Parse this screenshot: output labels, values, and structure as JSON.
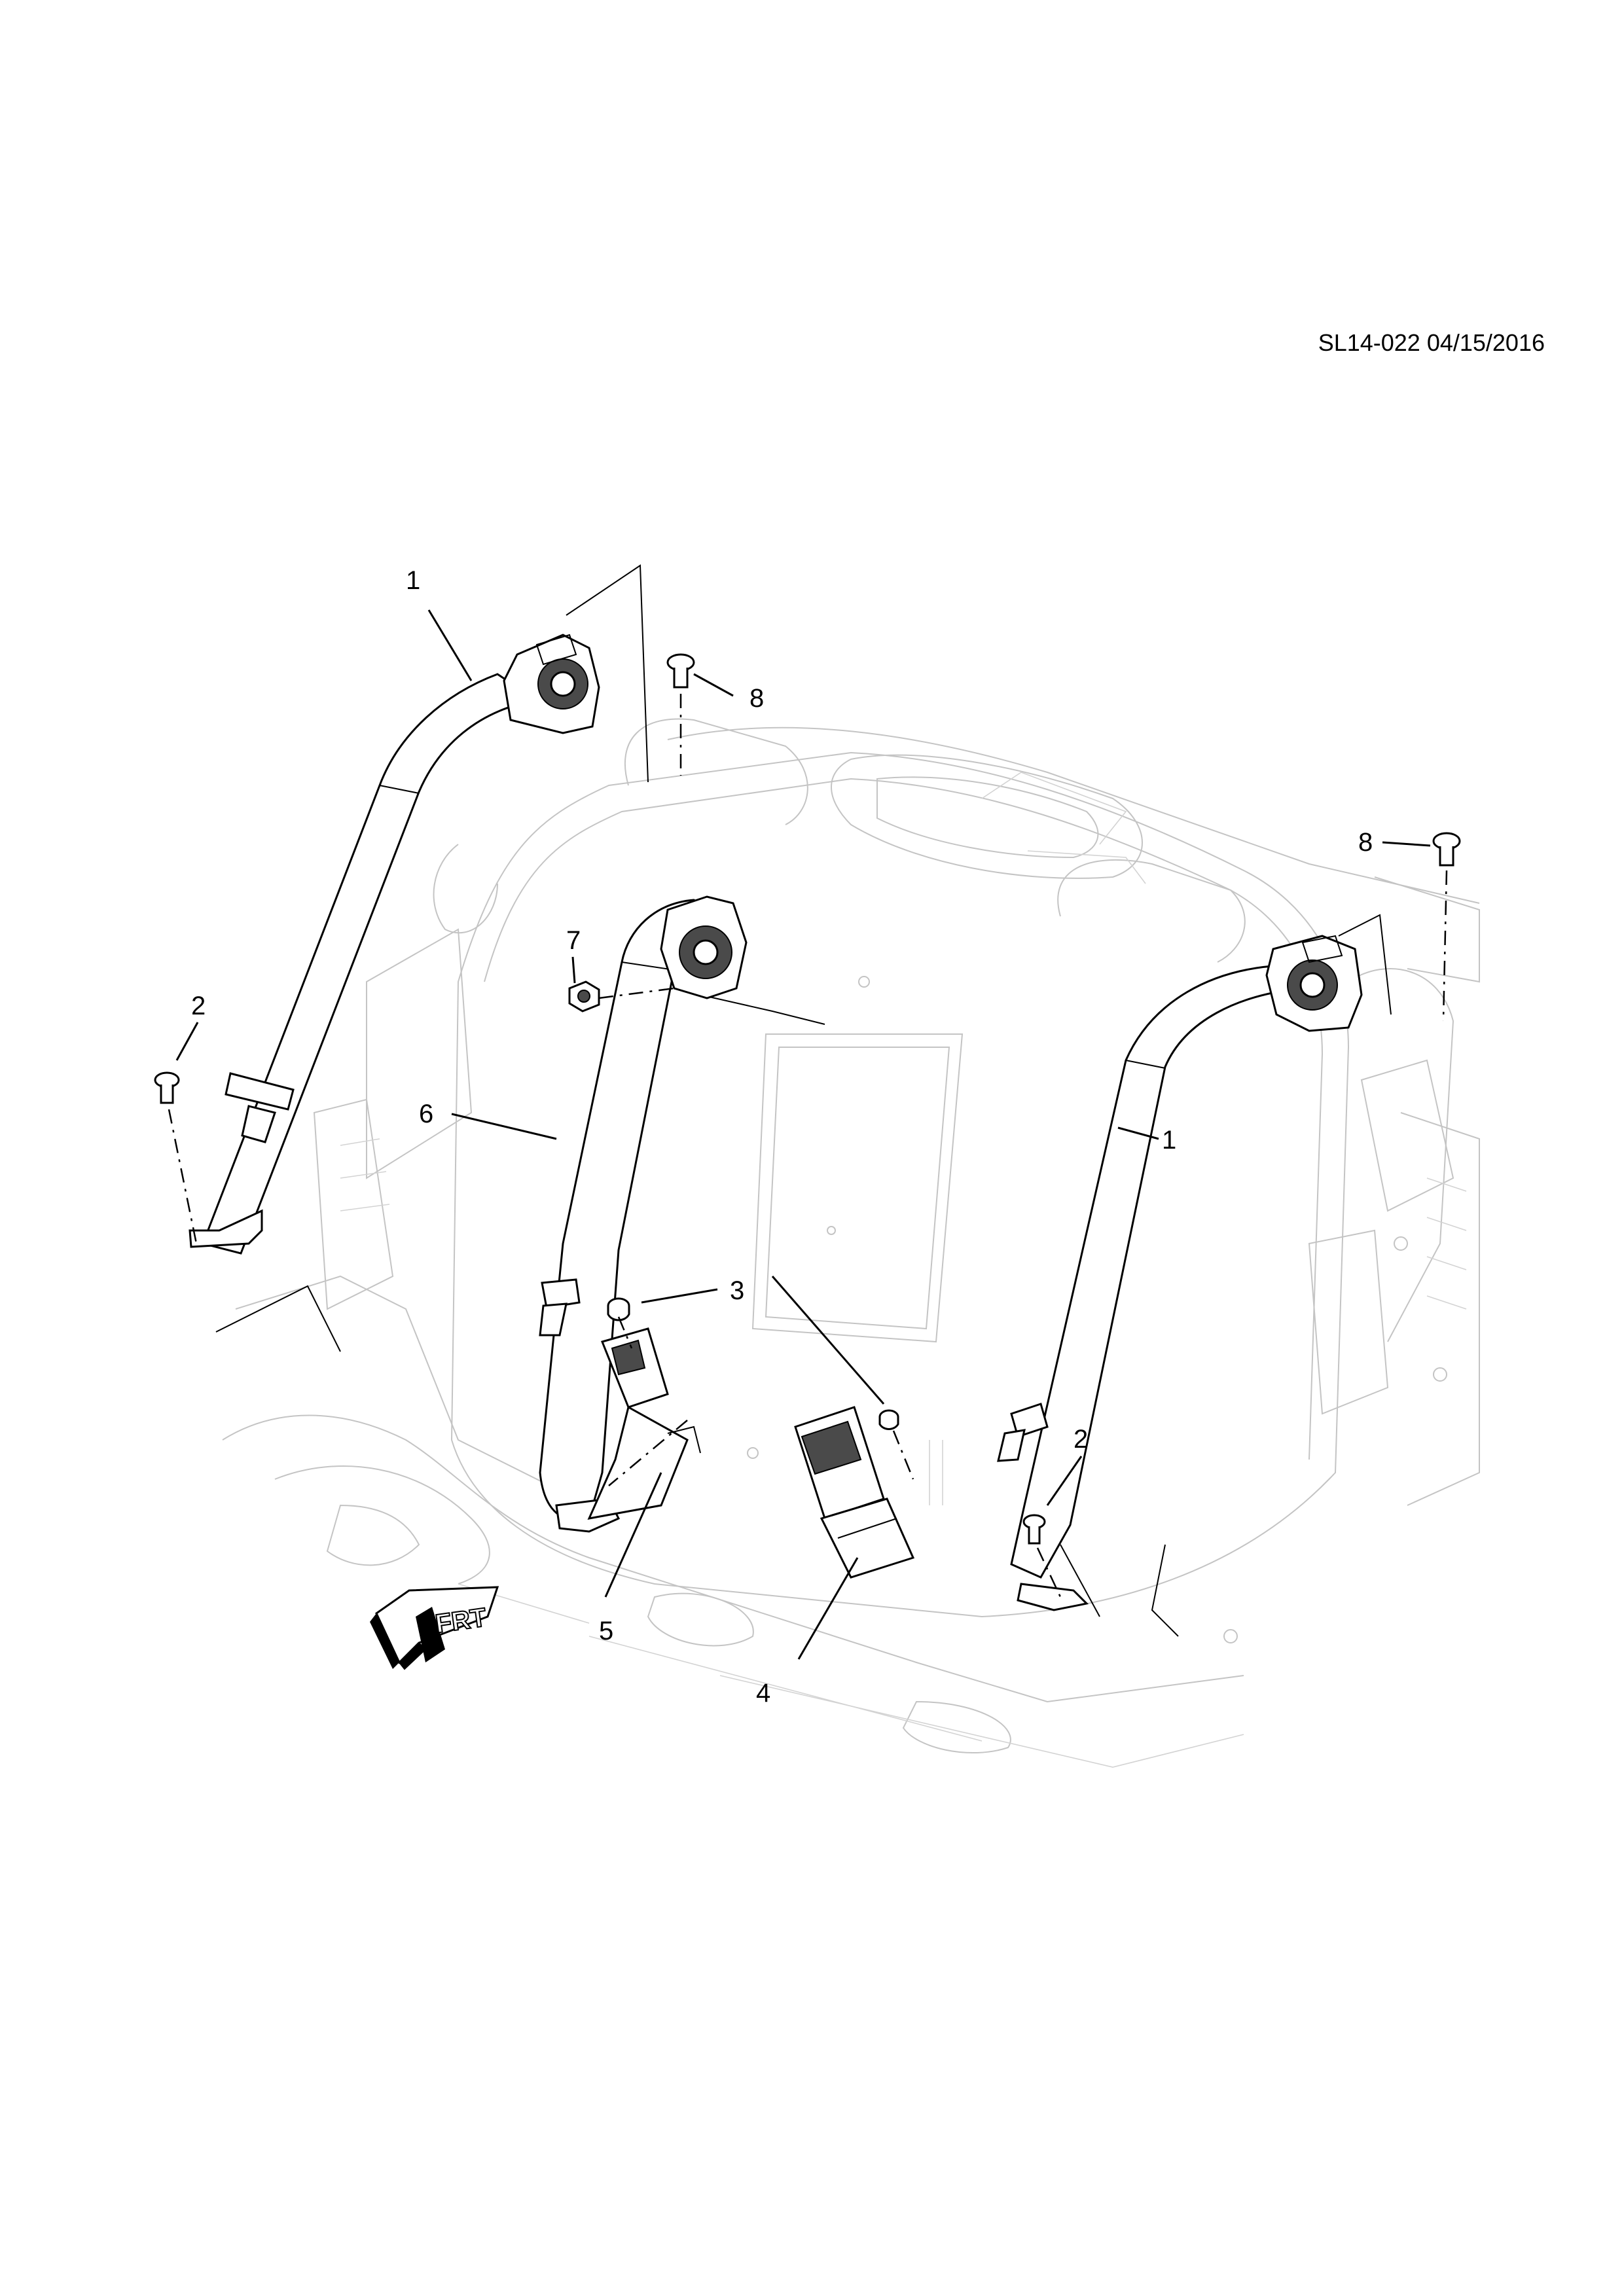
{
  "document_id": "SL14-022 04/15/2016",
  "direction_label": "FRT",
  "callouts": {
    "c1_left": "1",
    "c1_right": "1",
    "c2_left": "2",
    "c2_right": "2",
    "c3": "3",
    "c4": "4",
    "c5": "5",
    "c6": "6",
    "c7": "7",
    "c8_left": "8",
    "c8_right": "8"
  },
  "parts": [
    {
      "callout": "1",
      "part": "outboard-seat-belt-retractor"
    },
    {
      "callout": "2",
      "part": "belt-anchor-bolt"
    },
    {
      "callout": "3",
      "part": "buckle-nut"
    },
    {
      "callout": "4",
      "part": "center-buckle"
    },
    {
      "callout": "5",
      "part": "left-buckle"
    },
    {
      "callout": "6",
      "part": "center-seat-belt-retractor"
    },
    {
      "callout": "7",
      "part": "retractor-nut"
    },
    {
      "callout": "8",
      "part": "retractor-bolt"
    }
  ]
}
